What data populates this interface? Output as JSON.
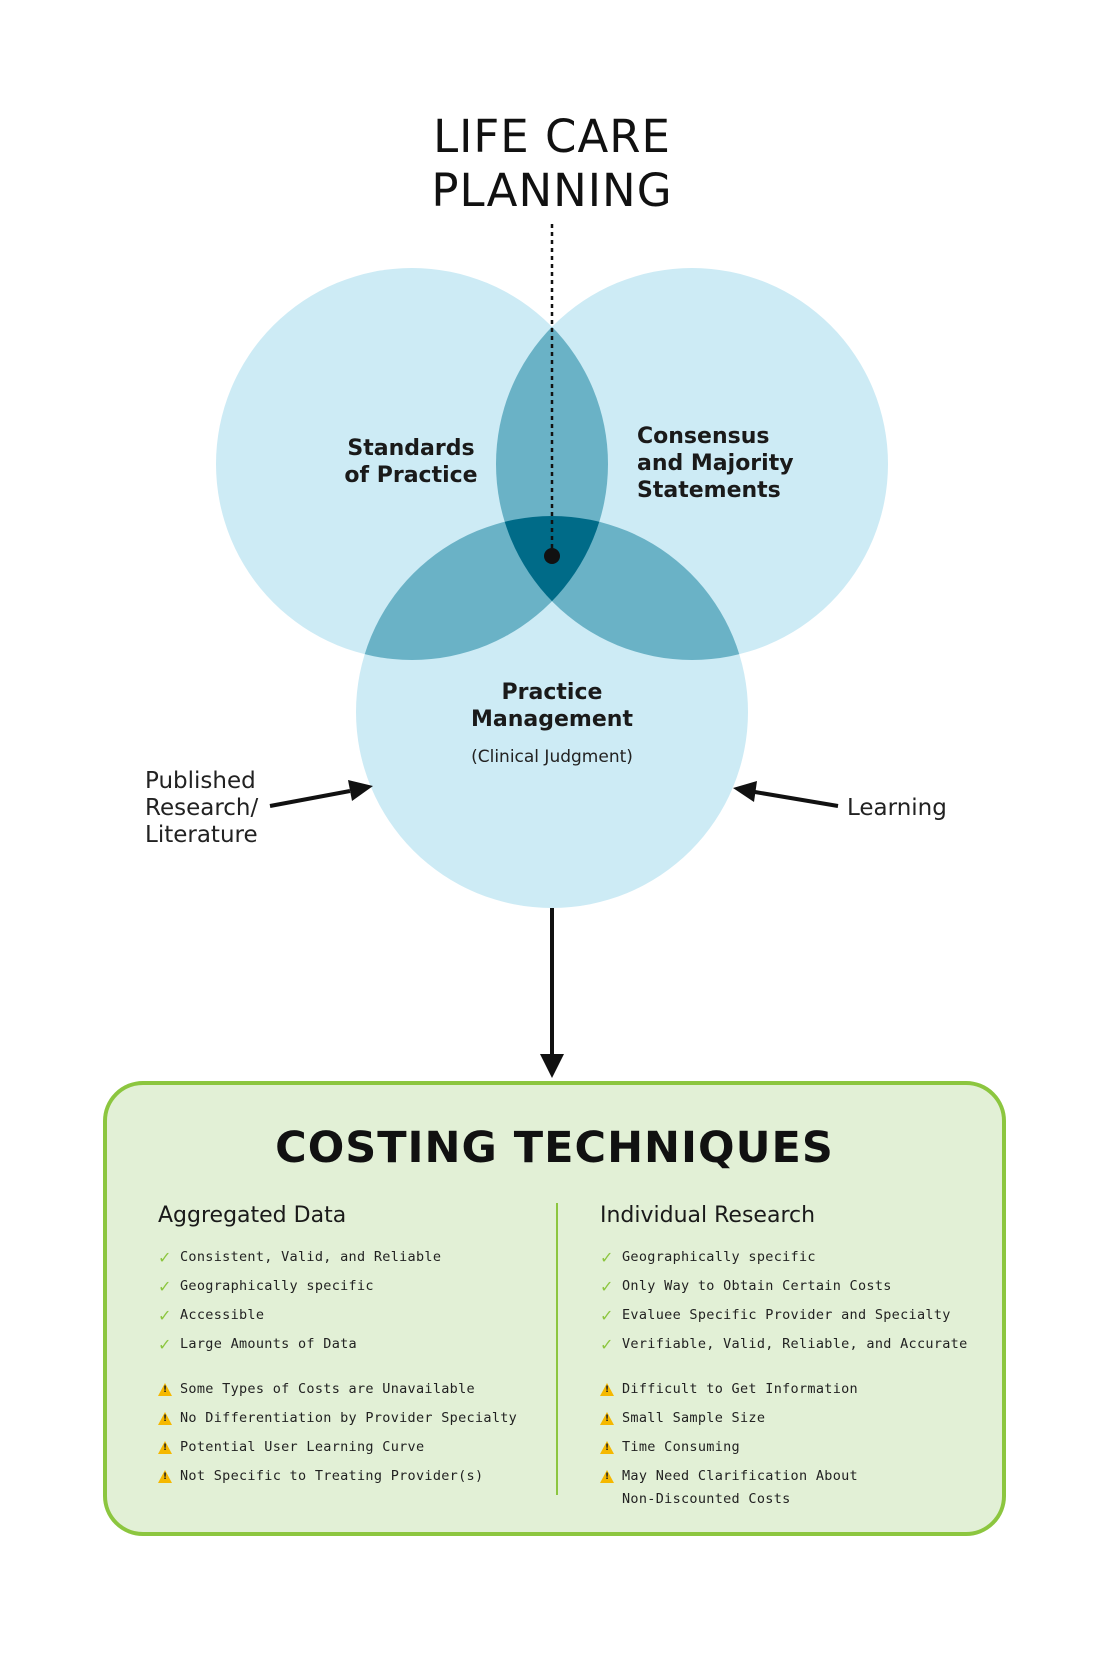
{
  "title": {
    "line1": "LIFE CARE",
    "line2": "PLANNING"
  },
  "circles": {
    "standards": {
      "line1": "Standards",
      "line2": "of Practice"
    },
    "consensus": {
      "line1": "Consensus",
      "line2": "and Majority",
      "line3": "Statements"
    },
    "practice": {
      "line1": "Practice",
      "line2": "Management",
      "sub": "(Clinical Judgment)"
    }
  },
  "inputs": {
    "left": {
      "line1": "Published",
      "line2": "Research/",
      "line3": "Literature"
    },
    "right": {
      "label": "Learning"
    }
  },
  "colors": {
    "circle_light": "#cdebf5",
    "overlap_two": "#6ab2c6",
    "overlap_three": "#006b88",
    "box_fill": "#e2f0d6",
    "box_border": "#8cc63f",
    "check": "#8cc63f",
    "warning": "#f5b800"
  },
  "costing": {
    "title": "COSTING TECHNIQUES",
    "aggregated": {
      "heading": "Aggregated Data",
      "pros": [
        "Consistent, Valid, and Reliable",
        "Geographically specific",
        "Accessible",
        "Large Amounts of Data"
      ],
      "cons": [
        "Some Types of Costs are Unavailable",
        "No Differentiation by Provider Specialty",
        "Potential User Learning Curve",
        "Not Specific to Treating Provider(s)"
      ]
    },
    "individual": {
      "heading": "Individual Research",
      "pros": [
        "Geographically specific",
        "Only Way to Obtain Certain Costs",
        "Evaluee Specific Provider and Specialty",
        "Verifiable, Valid, Reliable, and Accurate"
      ],
      "cons": [
        "Difficult to Get Information",
        "Small Sample Size",
        "Time Consuming",
        "May Need Clarification About Non-Discounted Costs"
      ]
    },
    "icons": {
      "pro": "check-icon",
      "con": "warning-icon"
    }
  }
}
